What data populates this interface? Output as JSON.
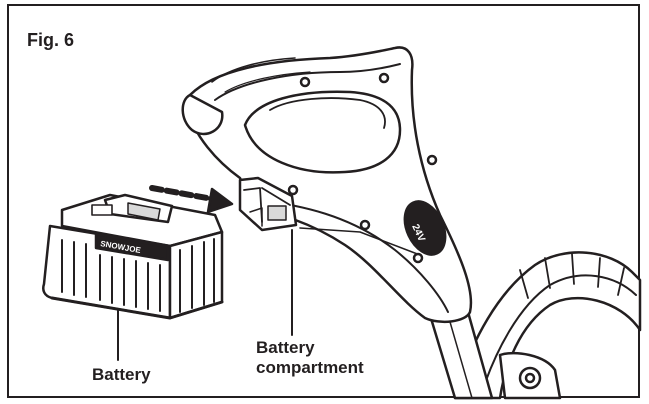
{
  "figure": {
    "label": "Fig. 6",
    "callouts": {
      "battery": "Battery",
      "compartment_line1": "Battery",
      "compartment_line2": "compartment"
    },
    "battery_brand": "SNOWJOE",
    "handle_badge": "24V"
  },
  "colors": {
    "line": "#231f20",
    "shade": "#d9d9d9",
    "background": "#ffffff"
  }
}
